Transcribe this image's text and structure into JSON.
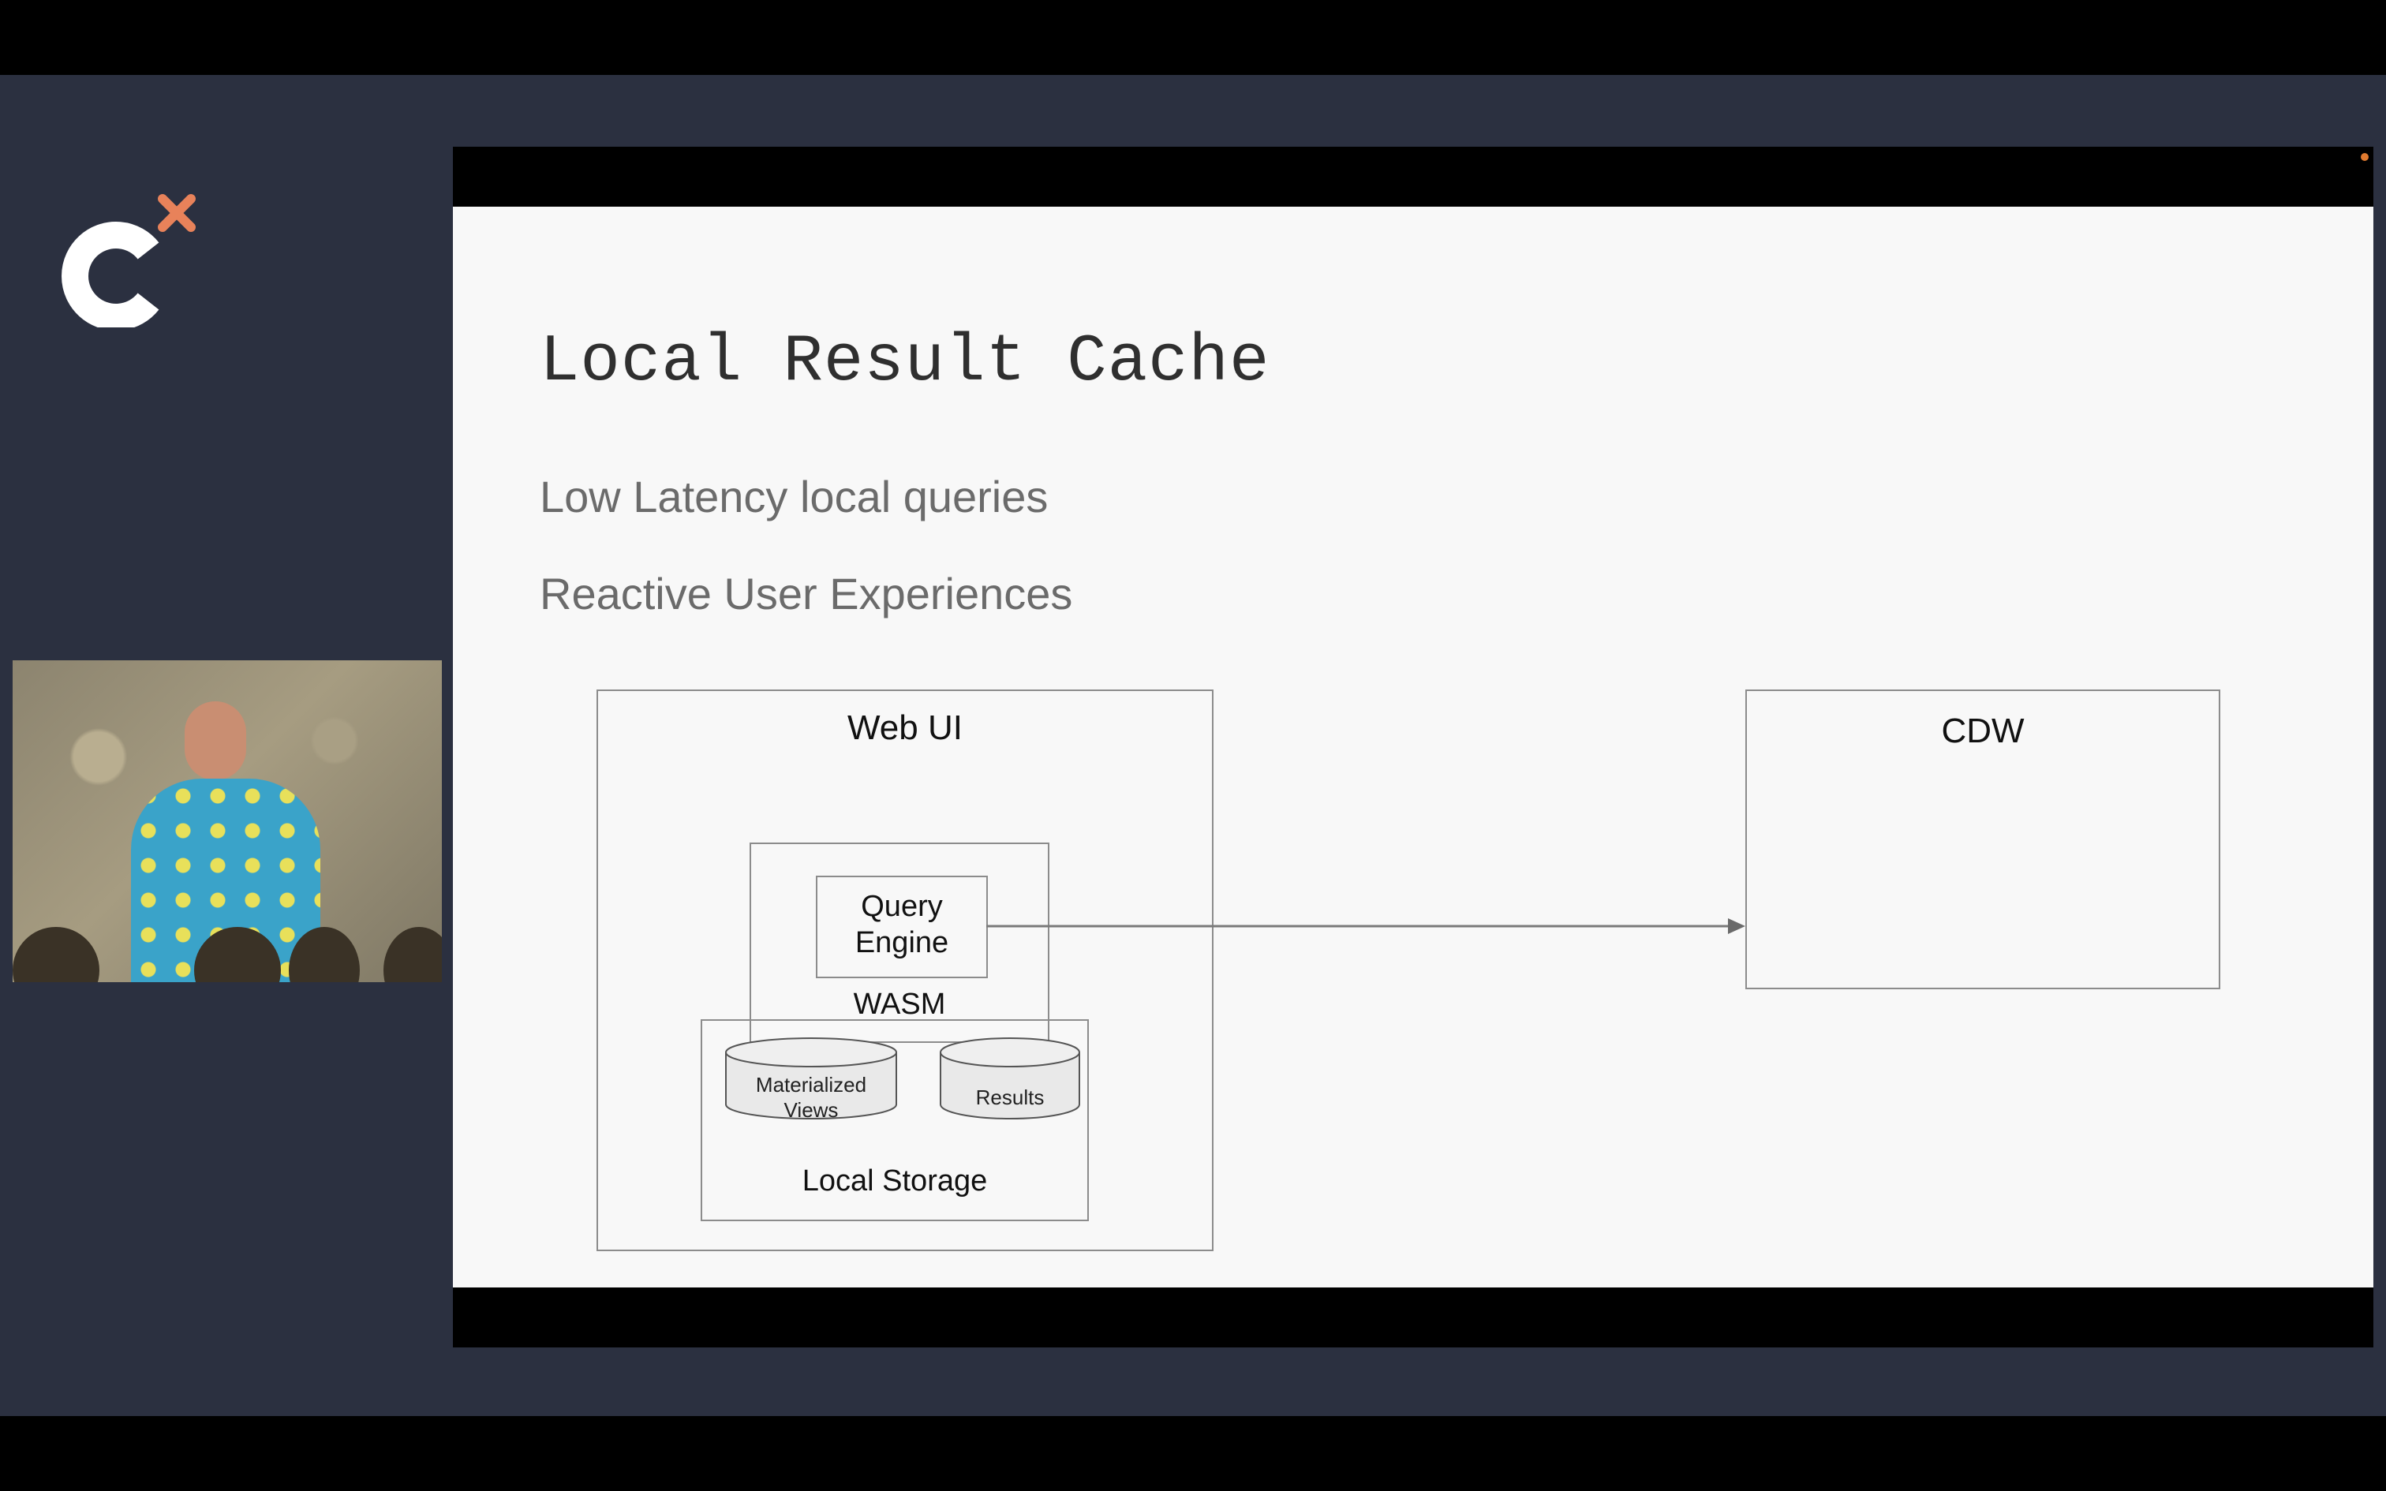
{
  "branding": {
    "logo_icon": "c-x-logo-icon",
    "accent": "#e8825a"
  },
  "slide": {
    "title": "Local Result Cache",
    "bullets": [
      "Low Latency local queries",
      "Reactive User Experiences"
    ],
    "diagram": {
      "web_ui": "Web UI",
      "query_engine_line1": "Query",
      "query_engine_line2": "Engine",
      "wasm": "WASM",
      "materialized_line1": "Materialized",
      "materialized_line2": "Views",
      "results": "Results",
      "local_storage": "Local Storage",
      "cdw": "CDW"
    }
  },
  "colors": {
    "stage": "#2b3040",
    "slide_bg": "#f8f8f8",
    "box_border": "#8c8c8c"
  }
}
